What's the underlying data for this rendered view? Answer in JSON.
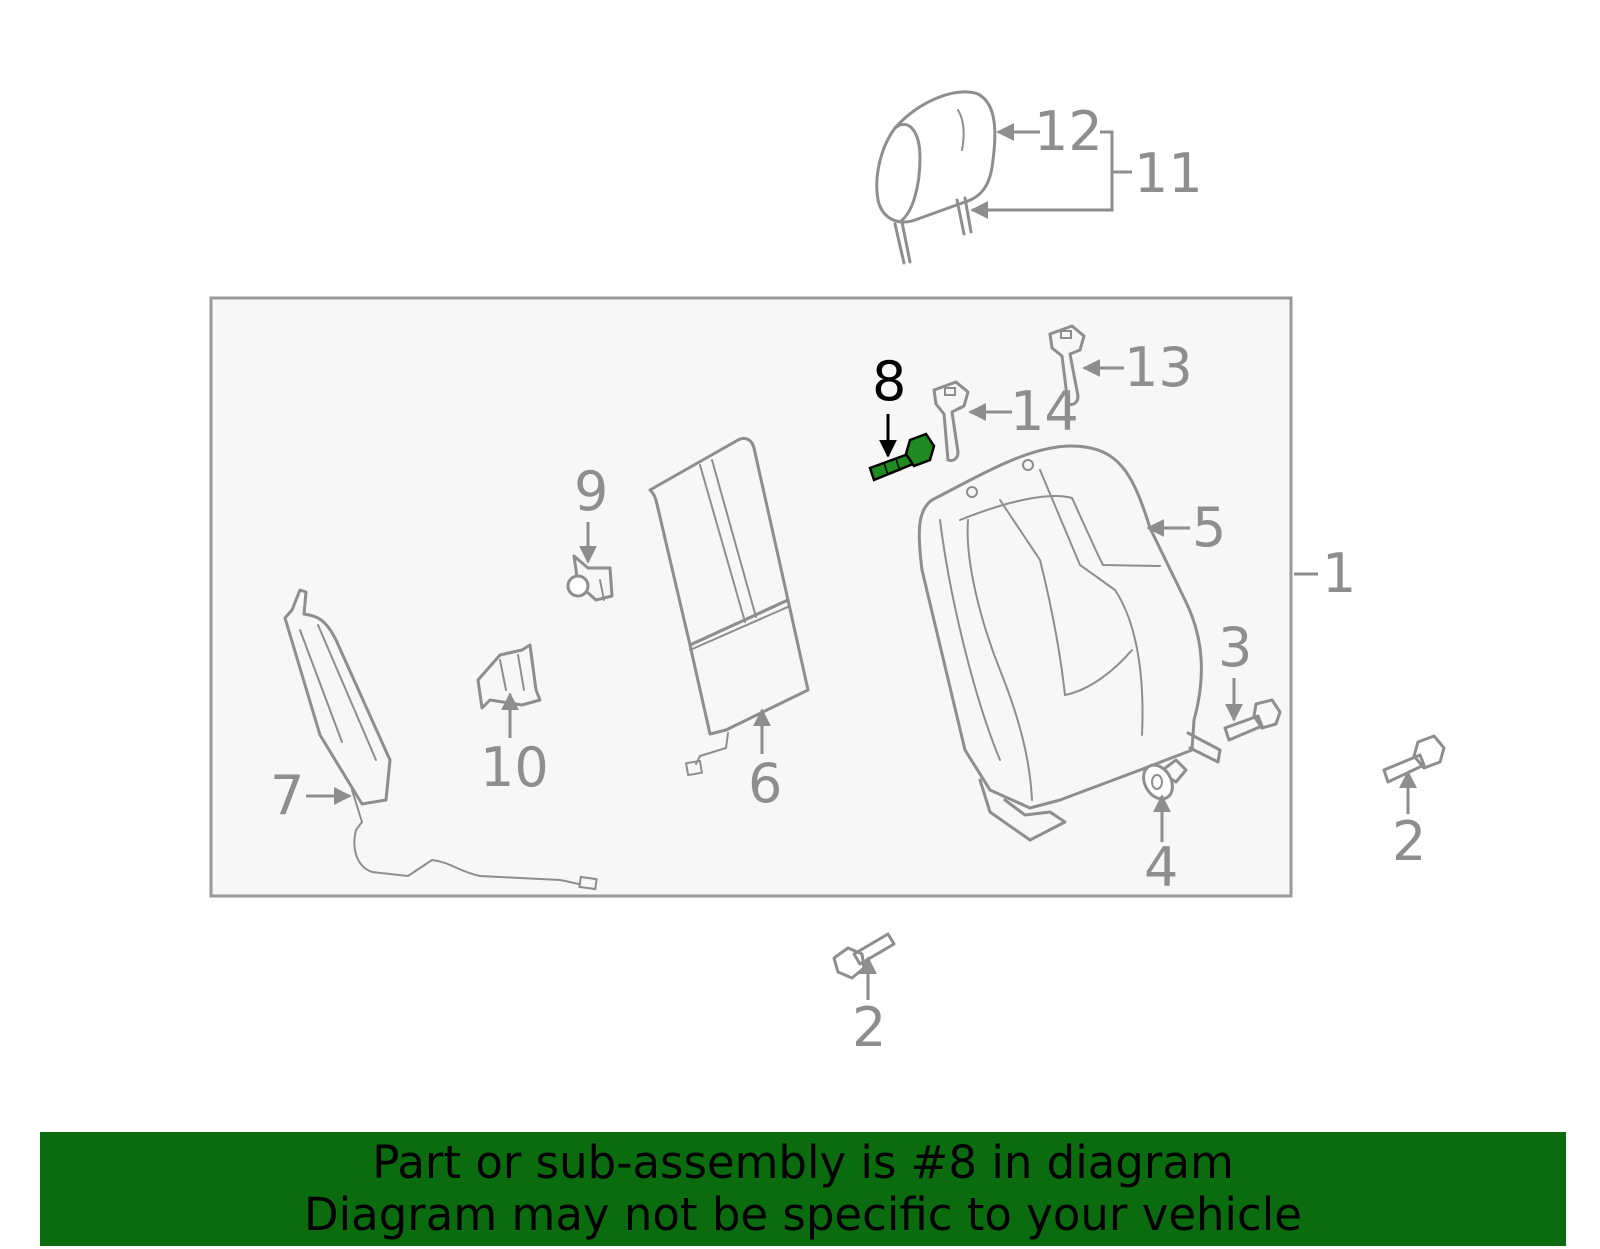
{
  "diagram": {
    "highlighted_part": "8",
    "highlight_color": "#1f8a1f",
    "line_color": "#8e8e8e",
    "labels": {
      "p1": "1",
      "p2a": "2",
      "p2b": "2",
      "p3": "3",
      "p4": "4",
      "p5": "5",
      "p6": "6",
      "p7": "7",
      "p8": "8",
      "p9": "9",
      "p10": "10",
      "p11": "11",
      "p12": "12",
      "p13": "13",
      "p14": "14"
    }
  },
  "banner": {
    "line1": "Part or sub-assembly is #8 in diagram",
    "line2": "Diagram may not be specific to your vehicle",
    "background": "#0b6b0f"
  }
}
